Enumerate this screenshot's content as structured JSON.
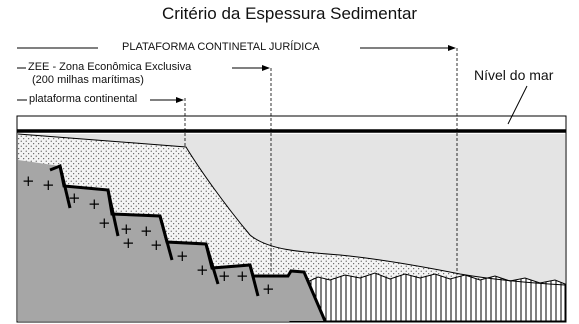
{
  "title": "Critério da Espessura Sedimentar",
  "labels": {
    "plataforma_juridica": "PLATAFORMA CONTINETAL JURÍDICA",
    "zee_line1": "ZEE -  Zona Econômica Exclusiva",
    "zee_line2": "(200 milhas marítimas)",
    "plataforma_continental": "plataforma continental",
    "nivel_do_mar": "Nível do mar"
  },
  "colors": {
    "water": "#e4e4e4",
    "basement": "#a6a6a6",
    "sediment": "#f2f2f2",
    "ink": "#000000"
  }
}
